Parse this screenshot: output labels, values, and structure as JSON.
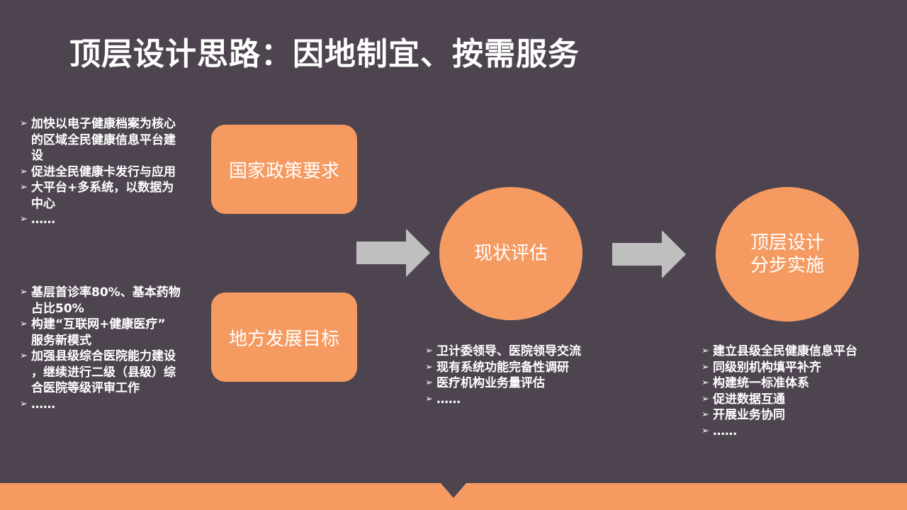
{
  "title": "顶层设计思路：因地制宜、按需服务",
  "bullet_marker": "➢",
  "box_policy": "国家政策要求",
  "box_local": "地方发展目标",
  "circle_assess": "现状评估",
  "circle_design": [
    "顶层设计",
    "分步实施"
  ],
  "policy_items": [
    [
      "加快以电子健康档案为核心",
      "的区域全民健康信息平台建",
      "设"
    ],
    [
      "促进全民健康卡发行与应用"
    ],
    [
      "大平台+多系统，以数据为",
      "中心"
    ],
    [
      "……"
    ]
  ],
  "local_items": [
    [
      "基层首诊率80%、基本药物",
      "占比50%"
    ],
    [
      "构建“互联网+健康医疗”",
      "服务新模式"
    ],
    [
      "加强县级综合医院能力建设",
      "，继续进行二级（县级）综",
      "合医院等级评审工作"
    ],
    [
      "……"
    ]
  ],
  "assess_items": [
    "卫计委领导、医院领导交流",
    "现有系统功能完备性调研",
    "医疗机构业务量评估",
    "……"
  ],
  "design_items": [
    "建立县级全民健康信息平台",
    "同级别机构填平补齐",
    "构建统一标准体系",
    "促进数据互通",
    "开展业务协同",
    "……"
  ],
  "colors": {
    "background": "#4e4450",
    "accent": "#f59b61",
    "arrow": "#bfbfbf"
  }
}
